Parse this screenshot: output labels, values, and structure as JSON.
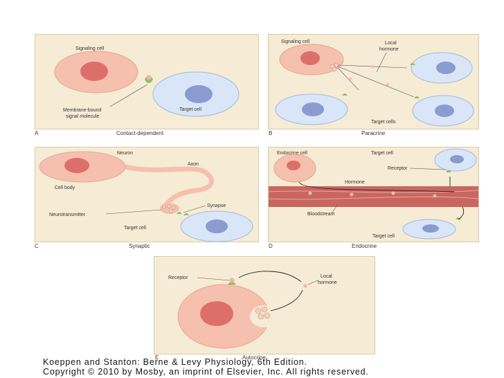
{
  "panels": {
    "a": {
      "letter": "A",
      "title": "Contact-dependent",
      "signaling_cell": "Signaling cell",
      "target_cell": "Target cell",
      "membrane_line1": "Membrane-bound",
      "membrane_line2": "signal molecule"
    },
    "b": {
      "letter": "B",
      "title": "Paracrine",
      "signaling_cell": "Signaling cell",
      "local1": "Local",
      "local2": "hormone",
      "target_cells": "Target cells"
    },
    "c": {
      "letter": "C",
      "title": "Synaptic",
      "neuron": "Neuron",
      "axon": "Axon",
      "cell_body": "Cell body",
      "synapse": "Synapse",
      "neurotransmitter": "Neurotransmitter",
      "target_cell": "Target cell"
    },
    "d": {
      "letter": "D",
      "title": "Endocrine",
      "endocrine_cell": "Endocrine cell",
      "target_cell_top": "Target cell",
      "receptor": "Receptor",
      "hormone": "Hormone",
      "bloodstream": "Bloodstream",
      "target_cell_bottom": "Target cell"
    },
    "e": {
      "letter": "E",
      "title": "Autocrine",
      "receptor": "Receptor",
      "local1": "Local",
      "local2": "hormone"
    }
  },
  "caption": {
    "line1": "Koeppen and Stanton: Berne & Levy Physiology, 6th Edition.",
    "line2": "Copyright © 2010 by Mosby, an imprint of Elsevier, Inc. All rights reserved."
  },
  "colors": {
    "panel_bg": "#f6ebd4",
    "cell_pink": "#f5c0ad",
    "nucleus_red": "#dd6f6b",
    "target_blue": "#d9e6f7",
    "target_nucleus": "#8b9bd0",
    "receptor_green": "#8cc063",
    "blood_vessel": "#c96660"
  }
}
